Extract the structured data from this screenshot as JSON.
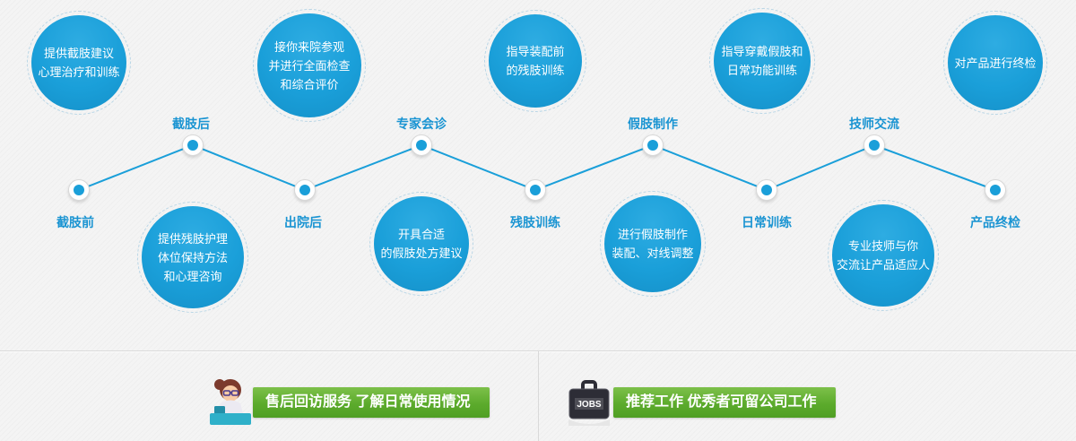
{
  "theme": {
    "accent": "#1a9fd9",
    "label_blue": "#1a94d2",
    "banner_green": "#5cab2c"
  },
  "timeline": {
    "stages": [
      {
        "label": "截肢前"
      },
      {
        "label": "截肢后"
      },
      {
        "label": "出院后"
      },
      {
        "label": "专家会诊"
      },
      {
        "label": "残肢训练"
      },
      {
        "label": "假肢制作"
      },
      {
        "label": "日常训练"
      },
      {
        "label": "技师交流"
      },
      {
        "label": "产品终检"
      }
    ],
    "bubbles": [
      {
        "lines": [
          "提供截肢建议",
          "心理治疗和训练"
        ]
      },
      {
        "lines": [
          "接你来院参观",
          "并进行全面检查",
          "和综合评价"
        ]
      },
      {
        "lines": [
          "指导装配前",
          "的残肢训练"
        ]
      },
      {
        "lines": [
          "指导穿戴假肢和",
          "日常功能训练"
        ]
      },
      {
        "lines": [
          "对产品进行终检"
        ]
      },
      {
        "lines": [
          "提供残肢护理",
          "体位保持方法",
          "和心理咨询"
        ]
      },
      {
        "lines": [
          "开具合适",
          "的假肢处方建议"
        ]
      },
      {
        "lines": [
          "进行假肢制作",
          "装配、对线调整"
        ]
      },
      {
        "lines": [
          "专业技师与你",
          "交流让产品适应人"
        ]
      }
    ]
  },
  "footer": {
    "left_cta": "售后回访服务 了解日常使用情况",
    "right_cta": "推荐工作 优秀者可留公司工作",
    "jobs_icon_label": "JOBS"
  }
}
